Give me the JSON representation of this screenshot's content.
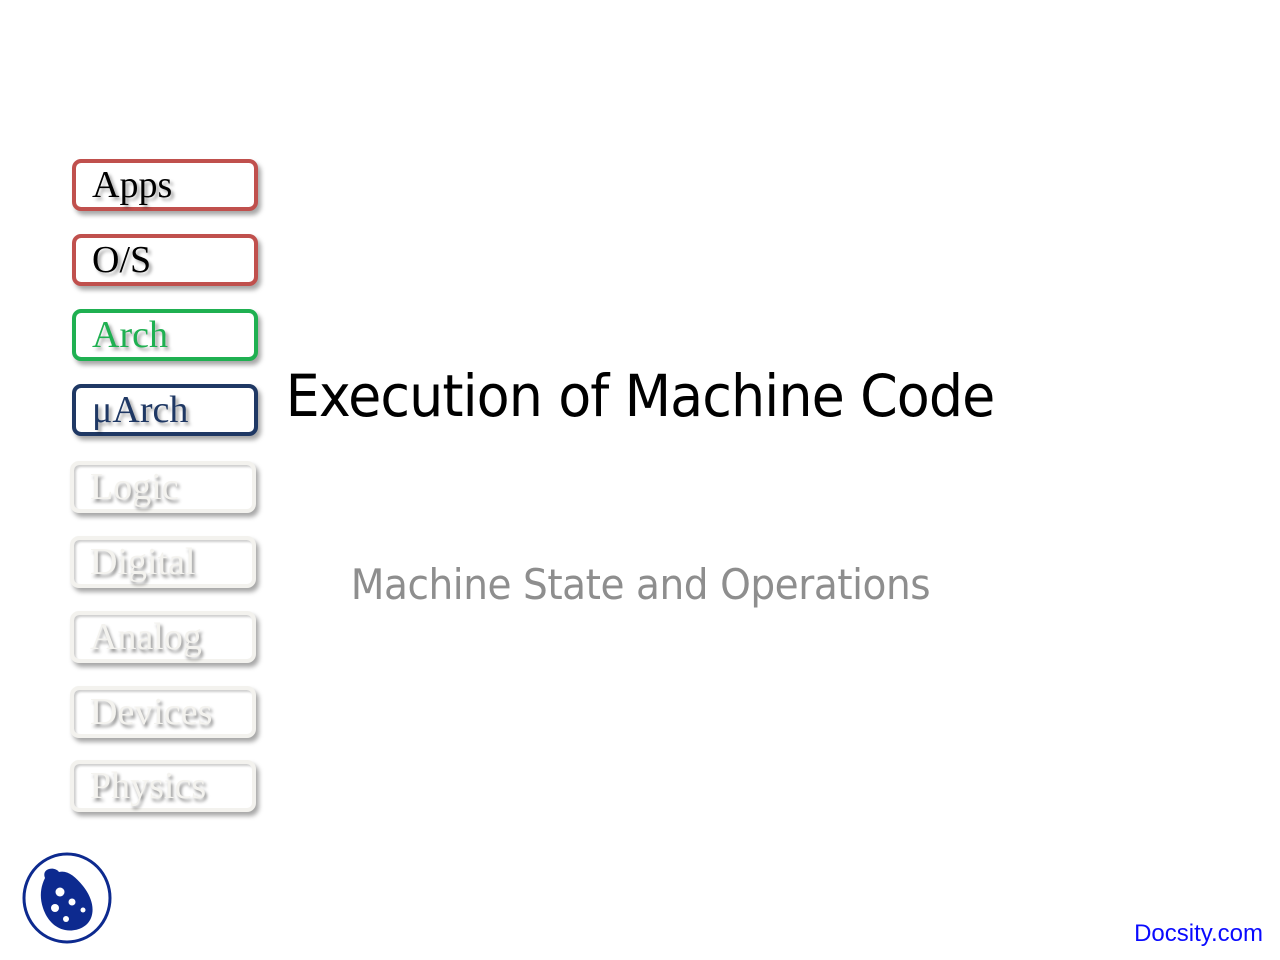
{
  "slide": {
    "title": "Execution of Machine Code",
    "subtitle": "Machine State and Operations",
    "abstraction_stack": [
      {
        "label": "Apps",
        "state": "active",
        "border_color": "#c0504d",
        "text_color": "#000000"
      },
      {
        "label": "O/S",
        "state": "active",
        "border_color": "#c0504d",
        "text_color": "#000000"
      },
      {
        "label": "Arch",
        "state": "active",
        "border_color": "#1fb051",
        "text_color": "#1fb051"
      },
      {
        "label": "μArch",
        "state": "active",
        "border_color": "#1f3864",
        "text_color": "#1f3864"
      },
      {
        "label": "Logic",
        "state": "faded"
      },
      {
        "label": "Digital",
        "state": "faded"
      },
      {
        "label": "Analog",
        "state": "faded"
      },
      {
        "label": "Devices",
        "state": "faded"
      },
      {
        "label": "Physics",
        "state": "faded"
      }
    ],
    "logo_icon": "university-seal-icon",
    "logo_color": "#0d2a8f",
    "watermark": "Docsity.com",
    "watermark_color": "#0a0aff"
  }
}
